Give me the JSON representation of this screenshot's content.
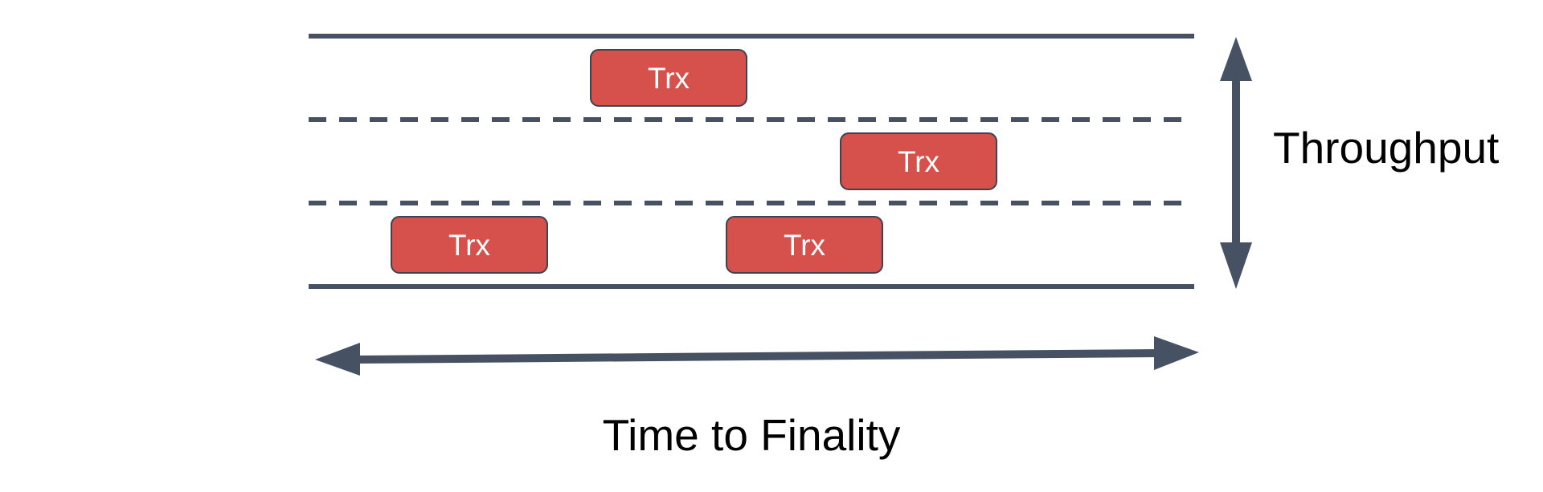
{
  "diagram": {
    "transactions": [
      {
        "label": "Trx"
      },
      {
        "label": "Trx"
      },
      {
        "label": "Trx"
      },
      {
        "label": "Trx"
      }
    ],
    "vertical_axis_label": "Throughput",
    "horizontal_axis_label": "Time to Finality",
    "colors": {
      "lane_line": "#465263",
      "transaction_fill": "#d6504c",
      "arrow": "#465263",
      "text": "#000000"
    }
  }
}
